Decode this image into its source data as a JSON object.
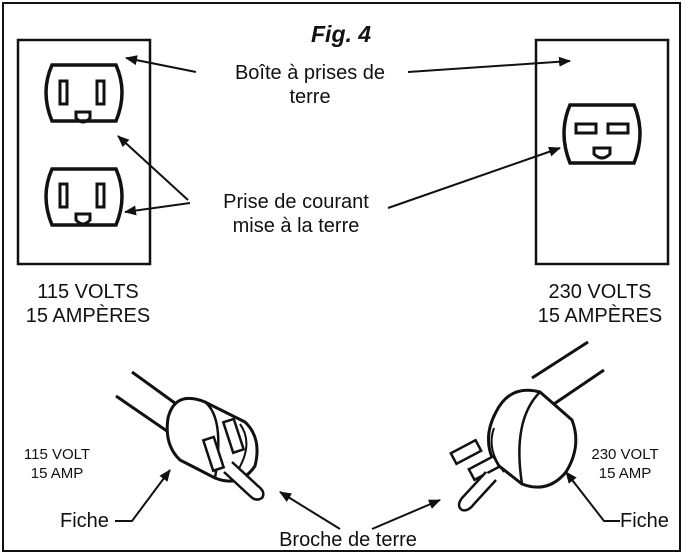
{
  "figure": {
    "title": "Fig. 4"
  },
  "labels": {
    "ground_box_line1": "Boîte à prises de",
    "ground_box_line2": "terre",
    "outlet_line1": "Prise de courant",
    "outlet_line2": "mise à la terre",
    "left_rating_line1": "115 VOLTS",
    "left_rating_line2": "15 AMPÈRES",
    "right_rating_line1": "230 VOLTS",
    "right_rating_line2": "15 AMPÈRES",
    "left_plug_line1": "115 VOLT",
    "left_plug_line2": "15 AMP",
    "right_plug_line1": "230 VOLT",
    "right_plug_line2": "15 AMP",
    "plug_left": "Fiche",
    "plug_right": "Fiche",
    "ground_pin": "Broche de terre"
  },
  "icons": [
    "receptacle-box-icon",
    "duplex-outlet-icon",
    "single-outlet-icon",
    "plug-115-icon",
    "plug-230-icon",
    "arrow-icon"
  ]
}
